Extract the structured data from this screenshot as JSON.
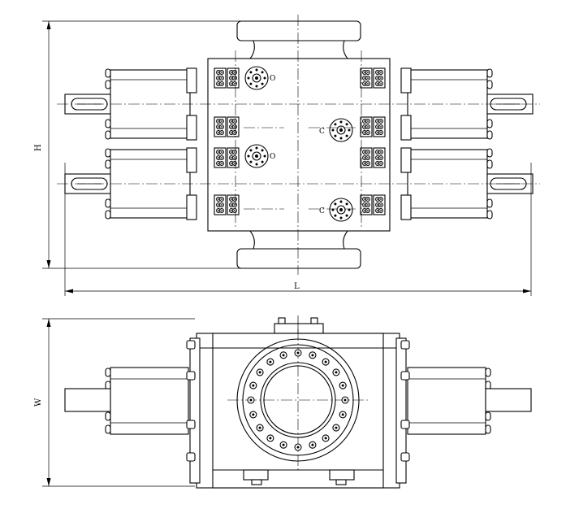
{
  "labels": {
    "height": "H",
    "length": "L",
    "width": "W",
    "port_marks": {
      "o_top": "O",
      "o_mid": "O",
      "c_mid": "C",
      "c_bot": "C"
    }
  },
  "colors": {
    "line": "#000000",
    "background": "#ffffff"
  }
}
